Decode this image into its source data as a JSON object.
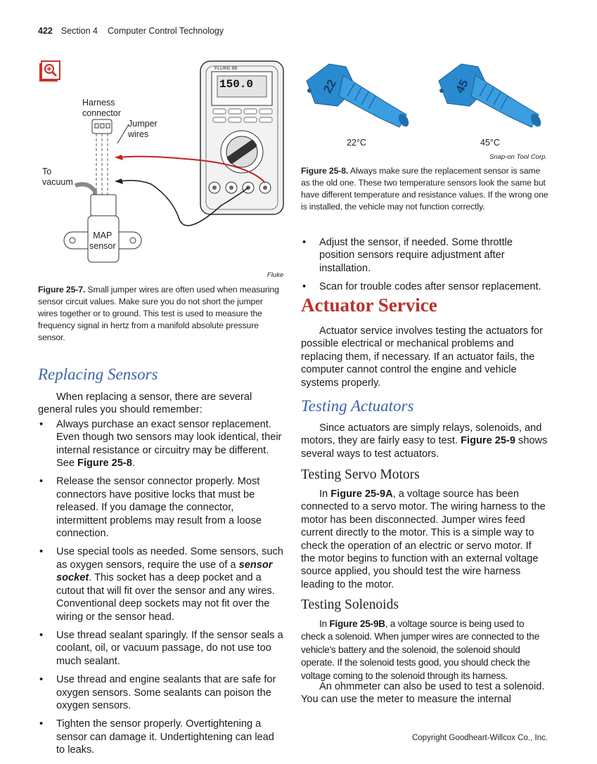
{
  "header": {
    "page_number": "422",
    "section": "Section 4",
    "title": "Computer Control Technology"
  },
  "figure_25_7": {
    "labels": {
      "harness": "Harness\nconnector",
      "jumper": "Jumper\nwires",
      "to_vacuum": "To\nvacuum",
      "map_sensor": "MAP\nsensor",
      "meter_display": "150.0"
    },
    "credit": "Fluke",
    "caption_label": "Figure 25-7.",
    "caption_text": " Small jumper wires are often used when measuring sensor circuit values. Make sure you do not short the jumper wires together or to ground. This test is used to measure the frequency signal in hertz from a manifold absolute pressure sensor."
  },
  "figure_25_8": {
    "sensor1_marking": "22",
    "sensor2_marking": "45",
    "label1": "22°C",
    "label2": "45°C",
    "credit": "Snap-on Tool Corp.",
    "caption_label": "Figure 25-8.",
    "caption_text": " Always make sure the replacement sensor is same as the old one. These two temperature sensors look the same but have different temperature and resistance values. If the wrong one is installed, the vehicle may not function correctly."
  },
  "left": {
    "heading": "Replacing Sensors",
    "intro": "When replacing a sensor, there are several general rules you should remember:",
    "bullets": {
      "b1_pre": "Always purchase an exact sensor replacement. Even though two sensors may look identical, their internal resistance or circuitry may be different. See ",
      "b1_ref": "Figure 25-8",
      "b1_post": ".",
      "b2": "Release the sensor connector properly. Most connectors have positive locks that must be released. If you damage the connector, intermittent problems may result from a loose connection.",
      "b3_pre": "Use special tools as needed. Some sensors, such as oxygen sensors, require the use of a ",
      "b3_term": "sensor socket",
      "b3_post": ". This socket has a deep pocket and a cutout that will fit over the sensor and any wires. Conventional deep sockets may not fit over the wiring or the sensor head.",
      "b4": "Use thread sealant sparingly. If the sensor seals a coolant, oil, or vacuum passage, do not use too much sealant.",
      "b5": "Use thread and engine sealants that are safe for oxygen sensors. Some sealants can poison the oxygen sensors.",
      "b6": "Tighten the sensor properly. Overtightening a sensor can damage it. Undertightening can lead to leaks."
    }
  },
  "right": {
    "bullet1": "Adjust the sensor, if needed. Some throttle position sensors require adjustment after installation.",
    "bullet2": "Scan for trouble codes after sensor replacement.",
    "h_actuator": "Actuator Service",
    "p_actuator": "Actuator service involves testing the actuators for possible electrical or mechanical problems and replacing them, if necessary. If an actuator fails, the computer cannot control the engine and vehicle systems properly.",
    "h_testing": "Testing Actuators",
    "p_testing_pre": "Since actuators are simply relays, solenoids, and motors, they are fairly easy to test. ",
    "p_testing_ref": "Figure 25-9",
    "p_testing_post": " shows several ways to test actuators.",
    "h_servo": "Testing Servo Motors",
    "p_servo_pre": "In ",
    "p_servo_ref": "Figure 25-9A",
    "p_servo_post": ", a voltage source has been connected to a servo motor. The wiring harness to the motor has been disconnected. Jumper wires feed current directly to the motor. This is a simple way to check the operation of an electric or servo motor. If the motor begins to function with an external voltage source applied, you should test the wire harness leading to the motor.",
    "h_solenoids": "Testing Solenoids",
    "p_sol_pre": "In ",
    "p_sol_ref": "Figure 25-9B",
    "p_sol_post": ", a voltage source is being used to check a solenoid. When jumper wires are connected to the vehicle's battery and the solenoid, the solenoid should operate. If the solenoid tests good, you should check the voltage coming to the solenoid through its harness.",
    "p_ohm": "An ohmmeter can also be used to test a solenoid. You can use the meter to measure the internal"
  },
  "footer": "Copyright Goodheart-Willcox Co., Inc."
}
